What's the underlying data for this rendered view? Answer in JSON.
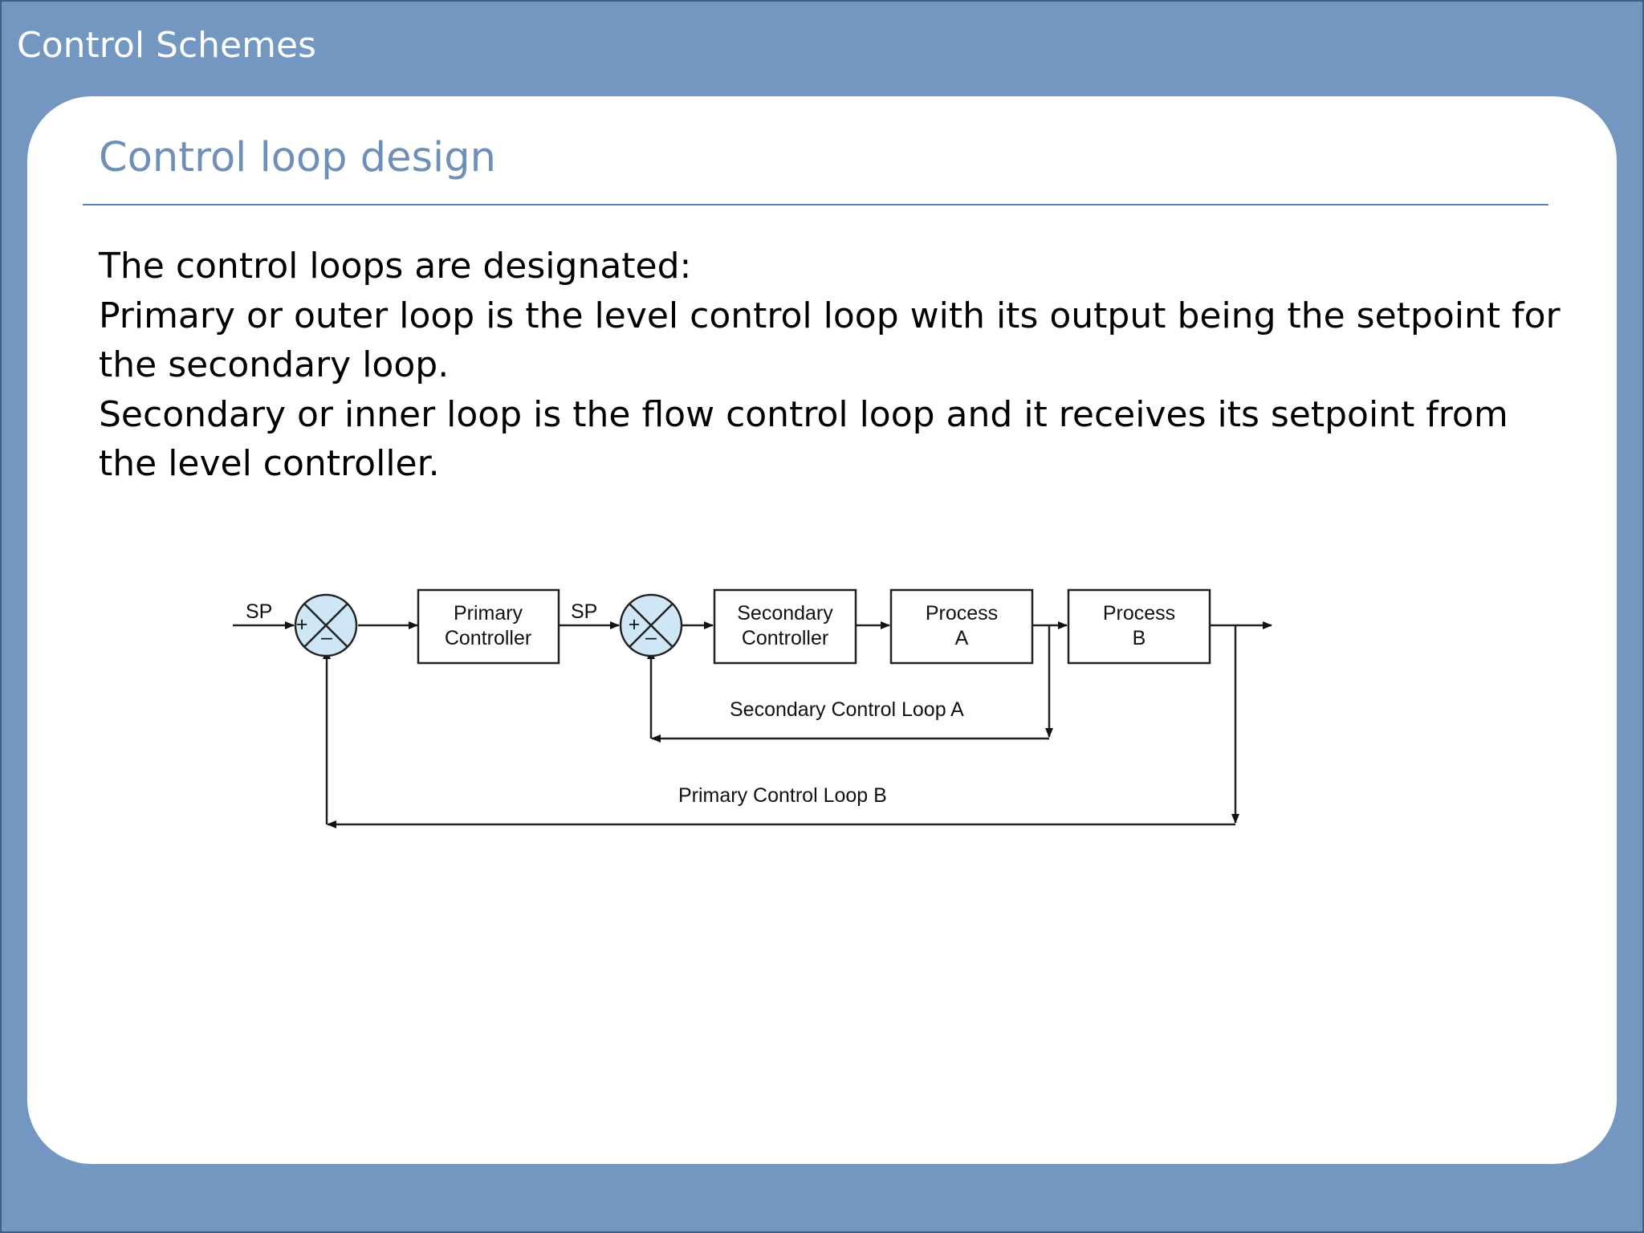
{
  "header": {
    "title": "Control Schemes"
  },
  "slide": {
    "heading": "Control loop design",
    "paragraphs": [
      "The control loops are designated:",
      "Primary or outer loop is the level control loop with its output being the setpoint for the secondary loop.",
      "Secondary or inner loop is the flow control loop and it receives its setpoint from the level controller."
    ]
  },
  "diagram": {
    "sp1": "SP",
    "sp2": "SP",
    "summer_plus": "+",
    "summer_minus": "–",
    "blocks": [
      {
        "line1": "Primary",
        "line2": "Controller"
      },
      {
        "line1": "Secondary",
        "line2": "Controller"
      },
      {
        "line1": "Process",
        "line2": "A"
      },
      {
        "line1": "Process",
        "line2": "B"
      }
    ],
    "loop_a_label": "Secondary Control Loop A",
    "loop_b_label": "Primary Control Loop B"
  },
  "colors": {
    "background": "#7497c1",
    "heading": "#6f8fb8",
    "rule": "#5a83b5",
    "summer_fill": "#cfe6f5"
  }
}
